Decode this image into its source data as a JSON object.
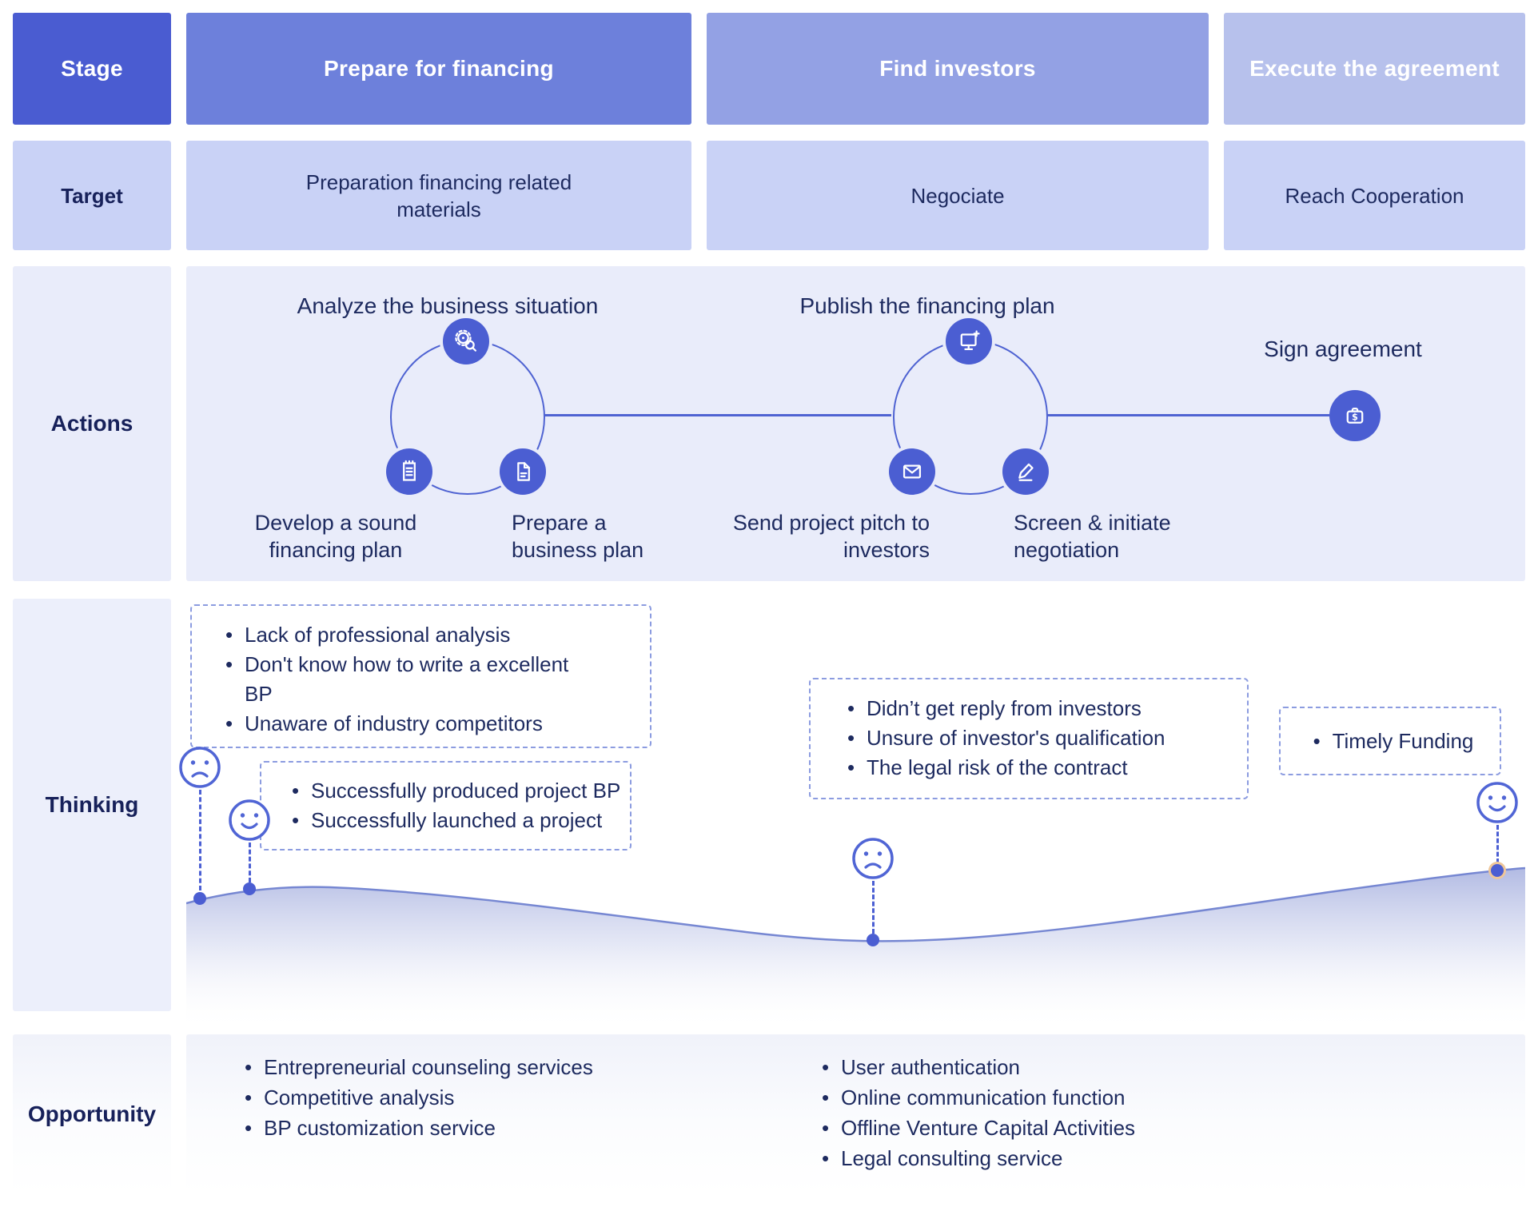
{
  "colors": {
    "accent": "#4b5ed2",
    "navy": "#1d2a5f",
    "stage_header": "#4a5cd1",
    "column_header_1": "#6d80db",
    "column_header_2": "#93a1e4",
    "column_header_3": "#b7c1ec",
    "target_row": "#c9d2f6",
    "actions_row": "#e9ecfa",
    "dashed_border": "#8c9ce0",
    "highlight_ring": "#eec699"
  },
  "stage_row": {
    "label": "Stage",
    "columns": [
      "Prepare for financing",
      "Find investors",
      "Execute the agreement"
    ]
  },
  "target_row": {
    "label": "Target",
    "cells": [
      "Preparation financing related materials",
      "Negociate",
      "Reach Cooperation"
    ]
  },
  "actions_row": {
    "label": "Actions",
    "loop1_title": "Analyze the business situation",
    "loop2_title": "Publish the financing plan",
    "sign_title": "Sign agreement",
    "steps": {
      "develop": "Develop a sound financing plan",
      "prepare": "Prepare a business plan",
      "send": "Send project pitch to investors",
      "screen": "Screen & initiate negotiation"
    },
    "icons": [
      "gear-search-icon",
      "clipboard-icon",
      "document-icon",
      "monitor-add-icon",
      "envelope-icon",
      "pencil-icon",
      "briefcase-dollar-icon"
    ]
  },
  "thinking_row": {
    "label": "Thinking",
    "pain_box_prepare": {
      "items": [
        "Lack of professional analysis",
        "Don't know how to write a excellent BP",
        "Unaware of industry competitors"
      ]
    },
    "gain_box_prepare": {
      "items": [
        "Successfully produced project BP",
        "Successfully launched a project"
      ]
    },
    "pain_box_invest": {
      "items": [
        "Didn’t get reply from investors",
        "Unsure of investor's qualification",
        "The legal risk of the contract"
      ]
    },
    "gain_box_agreement": {
      "items": [
        "Timely Funding"
      ]
    },
    "moods": [
      "sad",
      "happy",
      "sad",
      "happy"
    ]
  },
  "opportunity_row": {
    "label": "Opportunity",
    "col1": [
      "Entrepreneurial counseling services",
      "Competitive analysis",
      "BP customization service"
    ],
    "col2": [
      "User authentication",
      "Online communication function",
      "Offline Venture Capital Activities",
      "Legal consulting service"
    ]
  }
}
